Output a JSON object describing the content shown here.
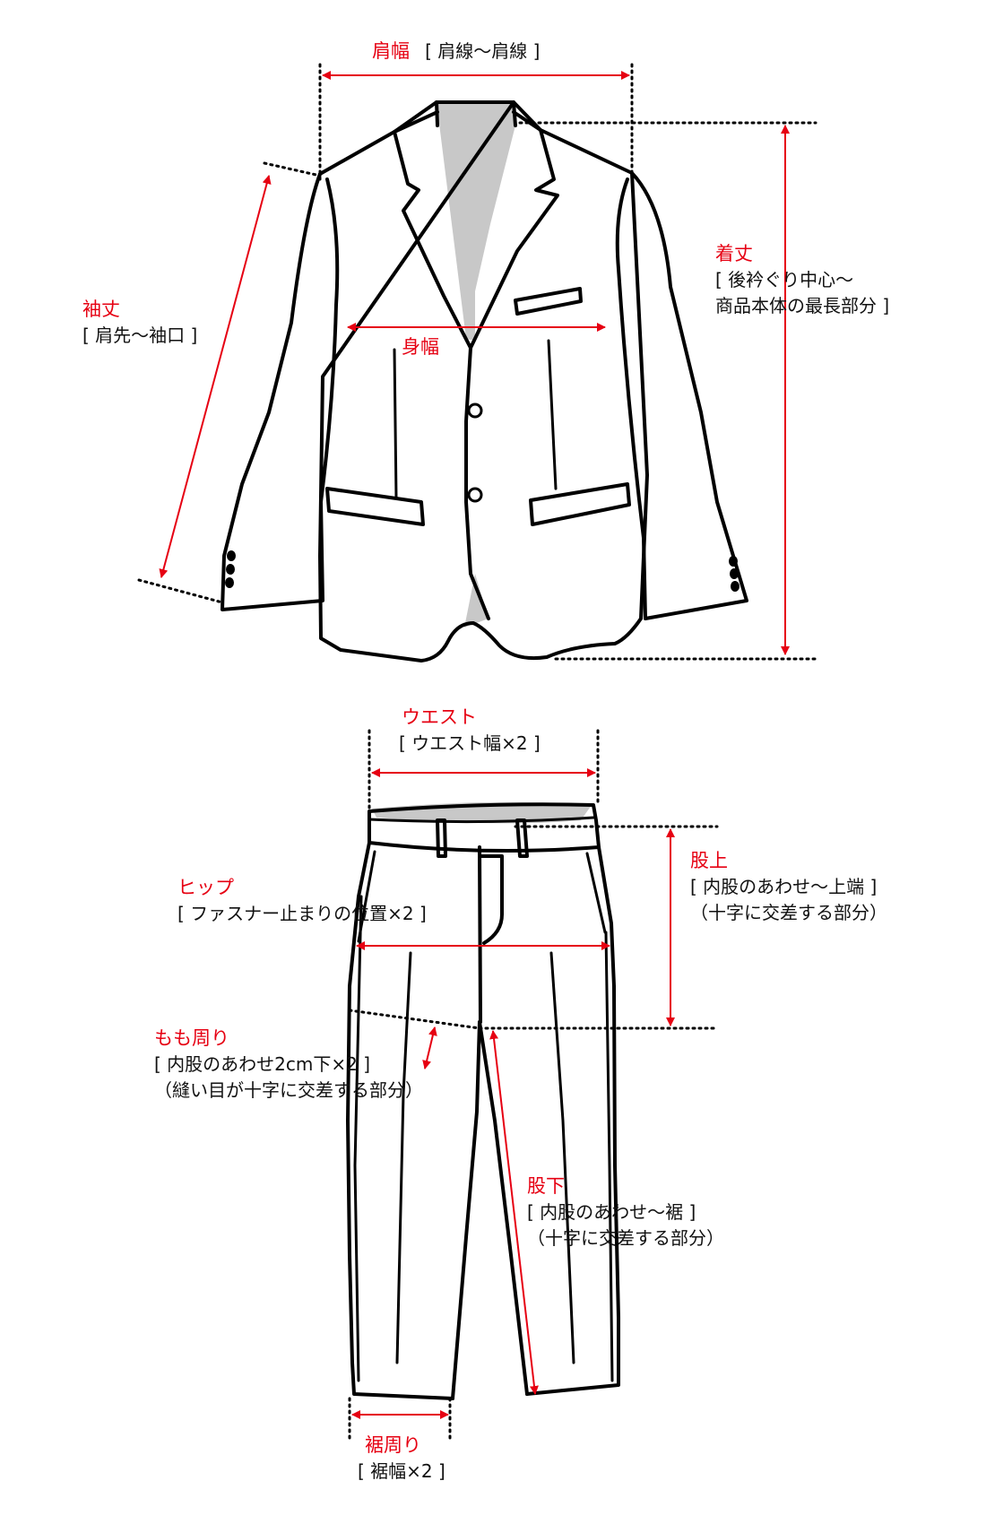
{
  "jacket": {
    "shoulder_width": {
      "title": "肩幅",
      "desc": "[ 肩線〜肩線 ]"
    },
    "sleeve_length": {
      "title": "袖丈",
      "desc": "[ 肩先〜袖口 ]"
    },
    "body_width": {
      "title": "身幅"
    },
    "length": {
      "title": "着丈",
      "desc_1": "[ 後衿ぐり中心〜",
      "desc_2": "商品本体の最長部分 ]"
    }
  },
  "pants": {
    "waist": {
      "title": "ウエスト",
      "desc": "[ ウエスト幅×2 ]"
    },
    "hip": {
      "title": "ヒップ",
      "desc": "[ ファスナー止まりの位置×2 ]"
    },
    "rise": {
      "title": "股上",
      "desc_1": "[ 内股のあわせ〜上端 ]",
      "desc_2": "（十字に交差する部分）"
    },
    "thigh": {
      "title": "もも周り",
      "desc_1": "[ 内股のあわせ2cm下×2 ]",
      "desc_2": "（縫い目が十字に交差する部分）"
    },
    "inseam": {
      "title": "股下",
      "desc_1": "[ 内股のあわせ〜裾 ]",
      "desc_2": "（十字に交差する部分）"
    },
    "hem": {
      "title": "裾周り",
      "desc": "[ 裾幅×2 ]"
    }
  },
  "colors": {
    "accent": "#e60012",
    "text": "#111111",
    "lining": "#c8c8c8"
  }
}
